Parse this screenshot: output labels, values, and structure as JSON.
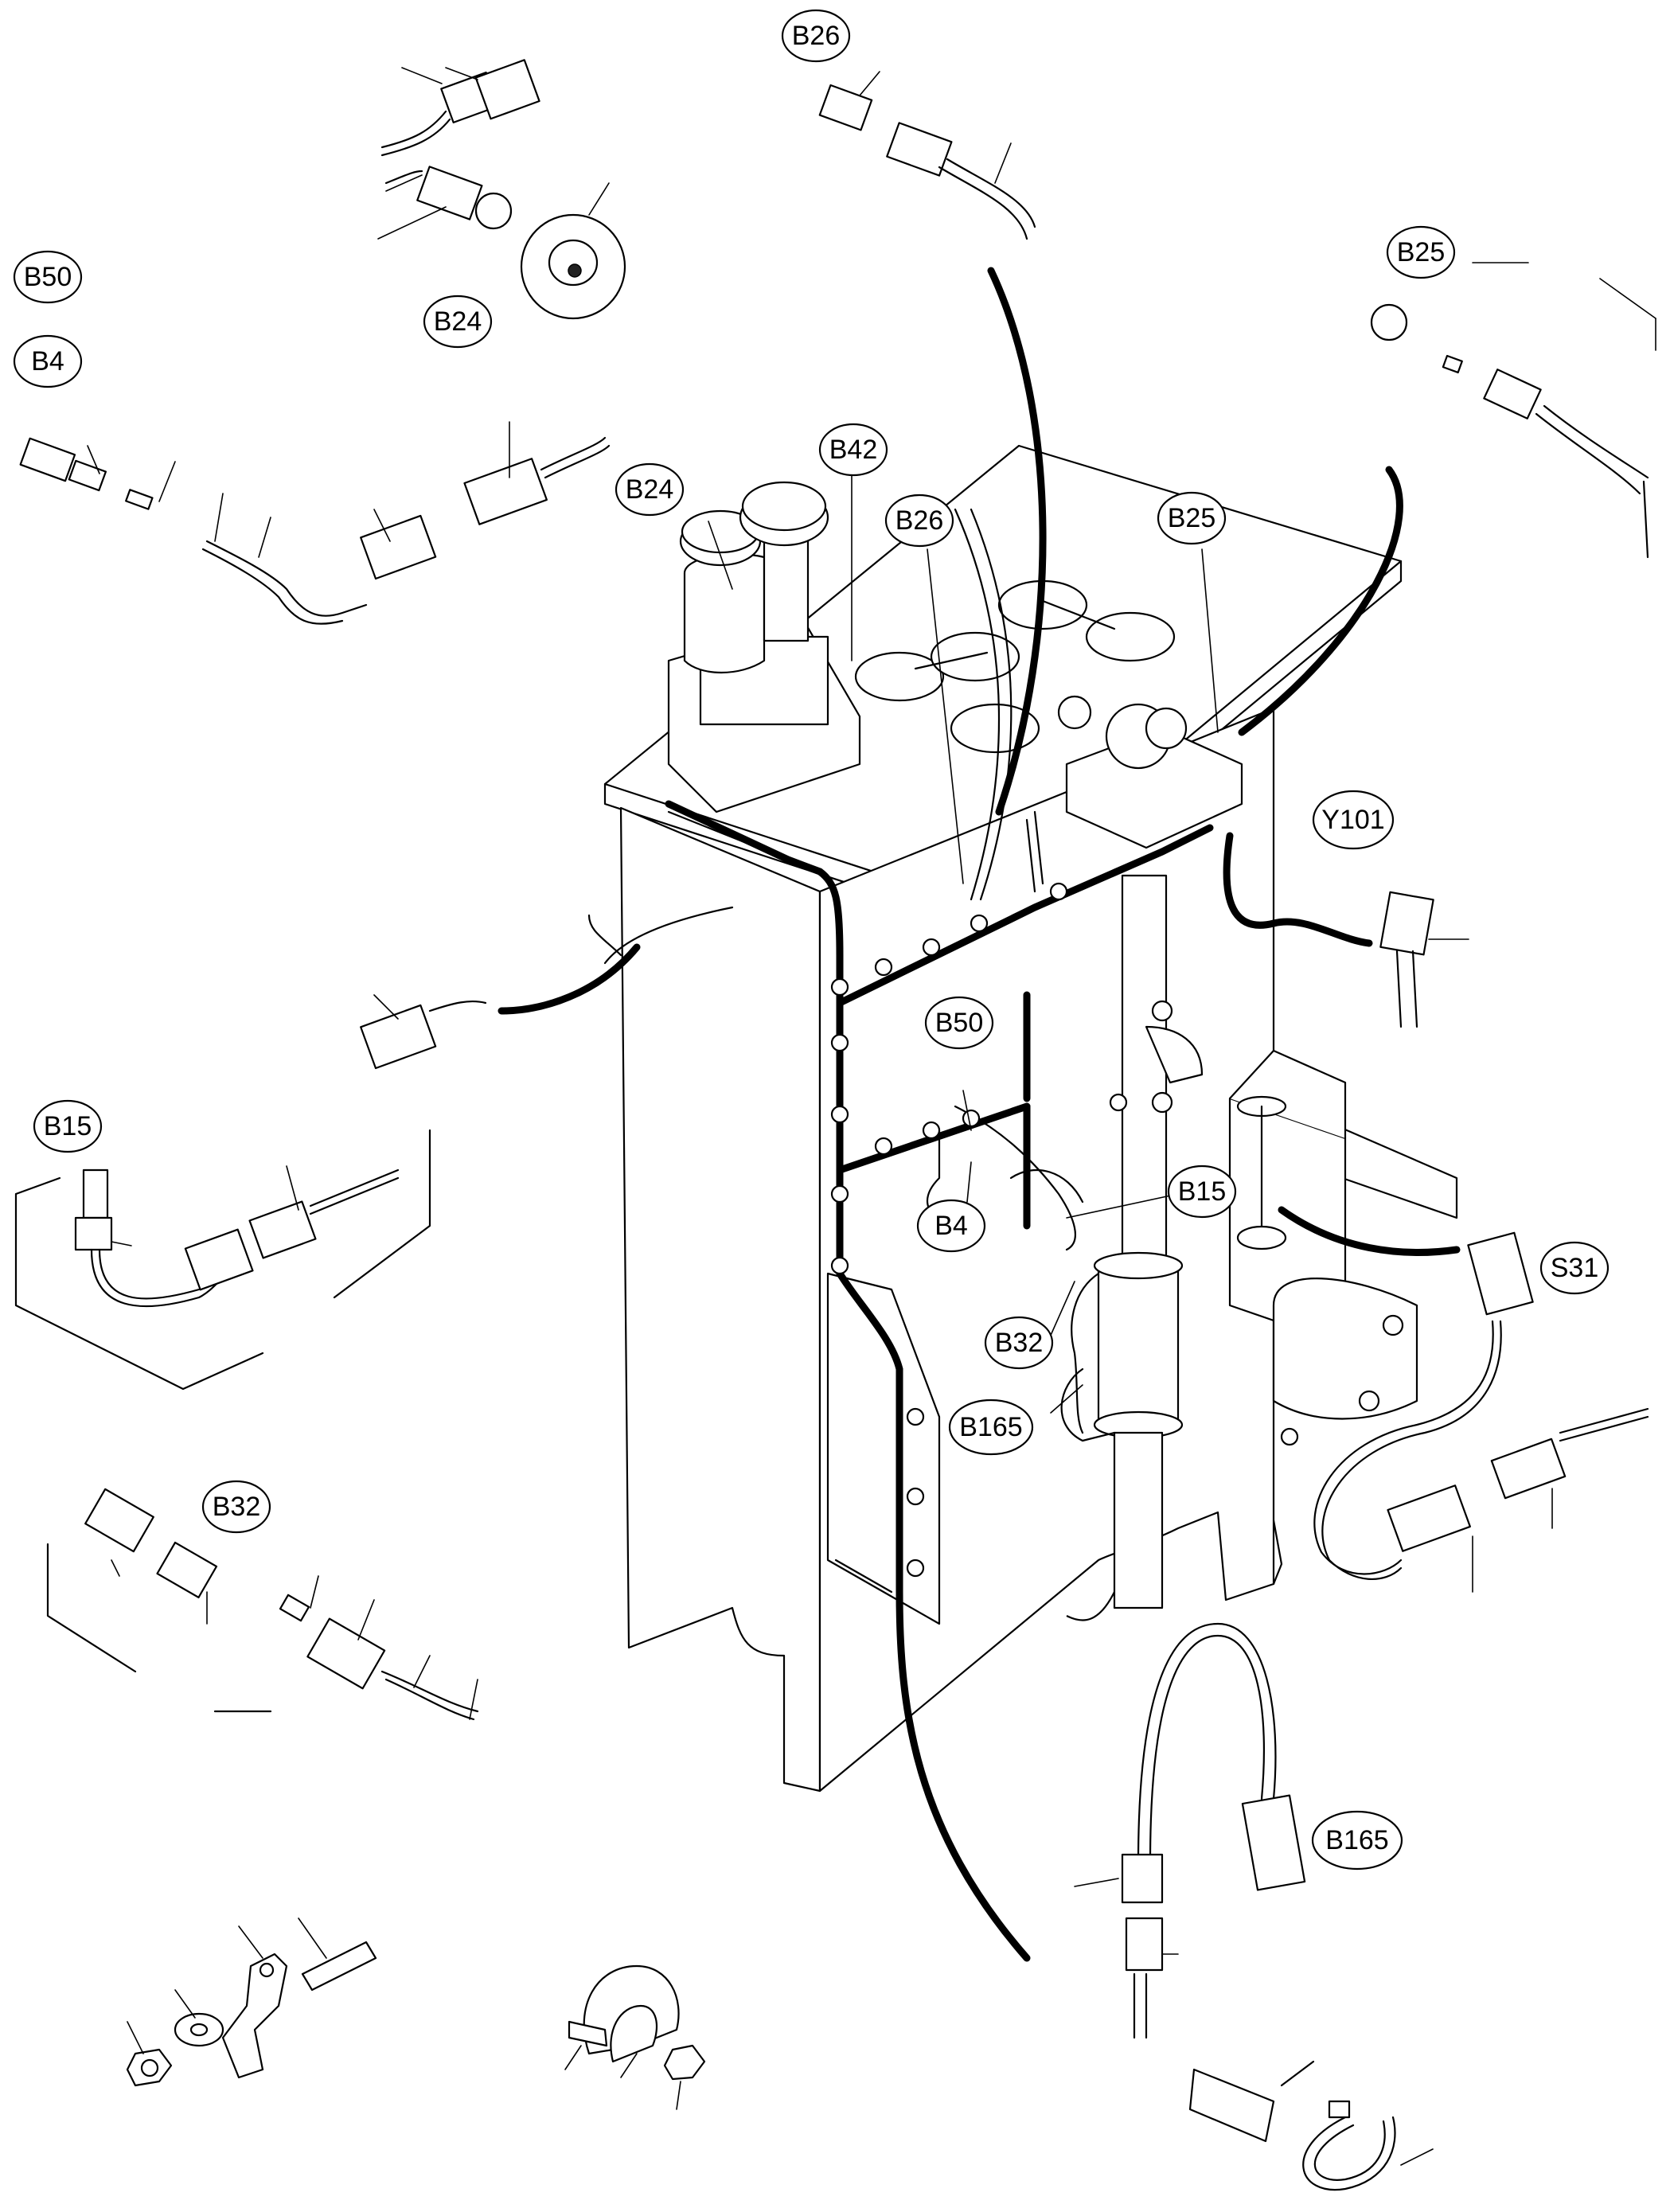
{
  "labels": {
    "b26_top": "B26",
    "b25_top": "B25",
    "b50_side": "B50",
    "b4_side": "B4",
    "b24_top": "B24",
    "b42": "B42",
    "b24_unit": "B24",
    "b26_unit": "B26",
    "b25_unit": "B25",
    "y101": "Y101",
    "b15_side": "B15",
    "b50_unit": "B50",
    "b15_unit": "B15",
    "s31": "S31",
    "b4_unit": "B4",
    "b32_unit": "B32",
    "b165_unit": "B165",
    "b32_side": "B32",
    "b165_side": "B165"
  }
}
